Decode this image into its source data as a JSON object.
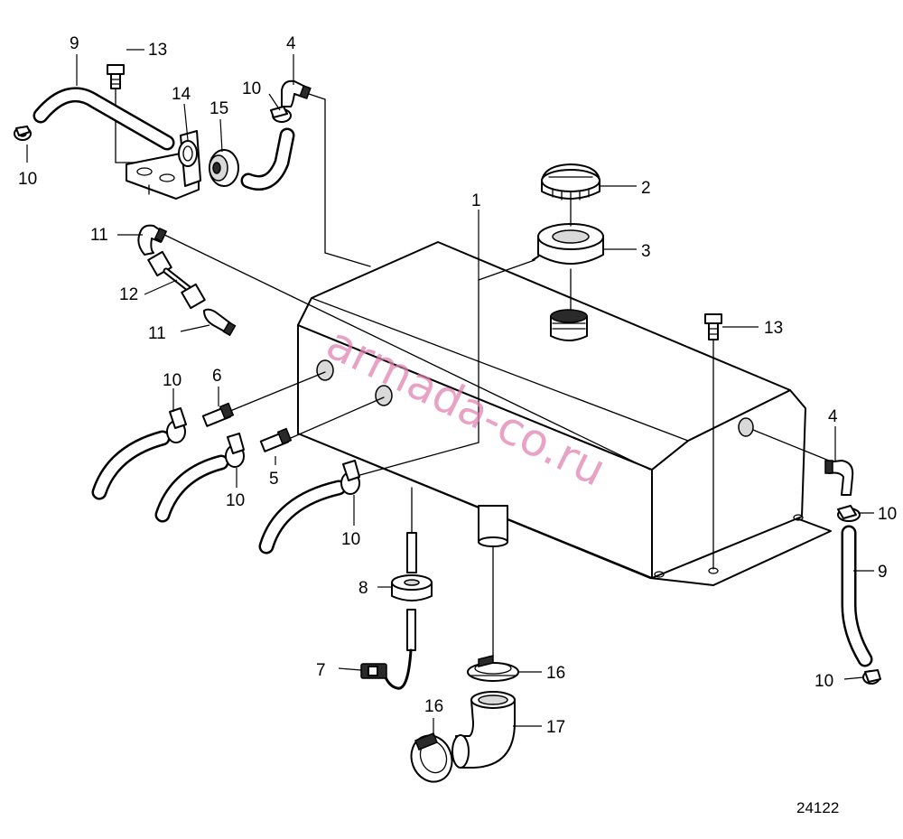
{
  "diagram": {
    "figure_number": "24122",
    "watermark": "armada-co.ru",
    "callouts": [
      {
        "id": "c1",
        "label": "1"
      },
      {
        "id": "c2",
        "label": "2"
      },
      {
        "id": "c3",
        "label": "3"
      },
      {
        "id": "c4a",
        "label": "4"
      },
      {
        "id": "c4b",
        "label": "4"
      },
      {
        "id": "c5",
        "label": "5"
      },
      {
        "id": "c6",
        "label": "6"
      },
      {
        "id": "c7",
        "label": "7"
      },
      {
        "id": "c8",
        "label": "8"
      },
      {
        "id": "c9a",
        "label": "9"
      },
      {
        "id": "c9b",
        "label": "9"
      },
      {
        "id": "c10a",
        "label": "10"
      },
      {
        "id": "c10b",
        "label": "10"
      },
      {
        "id": "c10c",
        "label": "10"
      },
      {
        "id": "c10d",
        "label": "10"
      },
      {
        "id": "c10e",
        "label": "10"
      },
      {
        "id": "c10f",
        "label": "10"
      },
      {
        "id": "c10g",
        "label": "10"
      },
      {
        "id": "c11a",
        "label": "11"
      },
      {
        "id": "c11b",
        "label": "11"
      },
      {
        "id": "c12",
        "label": "12"
      },
      {
        "id": "c13a",
        "label": "13"
      },
      {
        "id": "c13b",
        "label": "13"
      },
      {
        "id": "c14",
        "label": "14"
      },
      {
        "id": "c15",
        "label": "15"
      },
      {
        "id": "c16a",
        "label": "16"
      },
      {
        "id": "c16b",
        "label": "16"
      },
      {
        "id": "c17",
        "label": "17"
      }
    ]
  }
}
